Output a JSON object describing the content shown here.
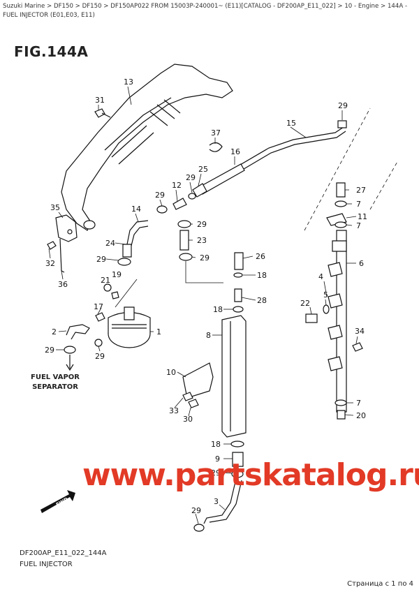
{
  "breadcrumb": "Suzuki Marine > DF150 > DF150 > DF150AP022 FROM 15003P-240001~ (E11)[CATALOG - DF200AP_E11_022] > 10 - Engine > 144A - FUEL INJECTOR (E01,E03, E11)",
  "figure_title": "FIG.144A",
  "separator_label_line1": "FUEL VAPOR",
  "separator_label_line2": "SEPARATOR",
  "fwd_label": "FWD",
  "watermark": "www.partskatalog.ru",
  "footer_code": "DF200AP_E11_022_144A",
  "footer_subtitle": "FUEL INJECTOR",
  "page_info": "Страница с 1 по 4",
  "callouts": {
    "c31": "31",
    "c13": "13",
    "c29a": "29",
    "c15": "15",
    "c37": "37",
    "c16": "16",
    "c29b": "29",
    "c25": "25",
    "c29c": "29",
    "c12": "12",
    "c27": "27",
    "c7a": "7",
    "c35": "35",
    "c14": "14",
    "c29d": "29",
    "c11": "11",
    "c7b": "7",
    "c24": "24",
    "c23": "23",
    "c6": "6",
    "c32": "32",
    "c29e": "29",
    "c26": "26",
    "c29f": "29",
    "c18a": "18",
    "c36": "36",
    "c21": "21",
    "c19": "19",
    "c4": "4",
    "c5": "5",
    "c28": "28",
    "c22": "22",
    "c17": "17",
    "c18b": "18",
    "c2": "2",
    "c1": "1",
    "c34": "34",
    "c8": "8",
    "c29g": "29",
    "c29h": "29",
    "c10": "10",
    "c33": "33",
    "c30": "30",
    "c7c": "7",
    "c20": "20",
    "c18c": "18",
    "c9": "9",
    "c29i": "29",
    "c3": "3",
    "c29j": "29"
  }
}
